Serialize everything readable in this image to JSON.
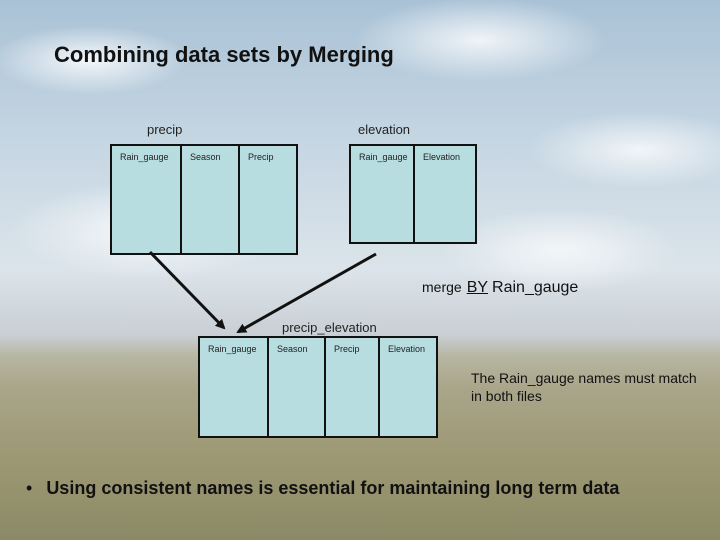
{
  "title": "Combining data sets by Merging",
  "precip": {
    "name": "precip",
    "columns": [
      "Rain_gauge",
      "Season",
      "Precip"
    ]
  },
  "elevation": {
    "name": "elevation",
    "columns": [
      "Rain_gauge",
      "Elevation"
    ]
  },
  "merge": {
    "word": "merge",
    "by": "BY",
    "key": "Rain_gauge"
  },
  "result": {
    "name": "precip_elevation",
    "columns": [
      "Rain_gauge",
      "Season",
      "Precip",
      "Elevation"
    ]
  },
  "note": "The Rain_gauge names must match in both files",
  "bullet": "Using consistent names is essential for maintaining long term data"
}
